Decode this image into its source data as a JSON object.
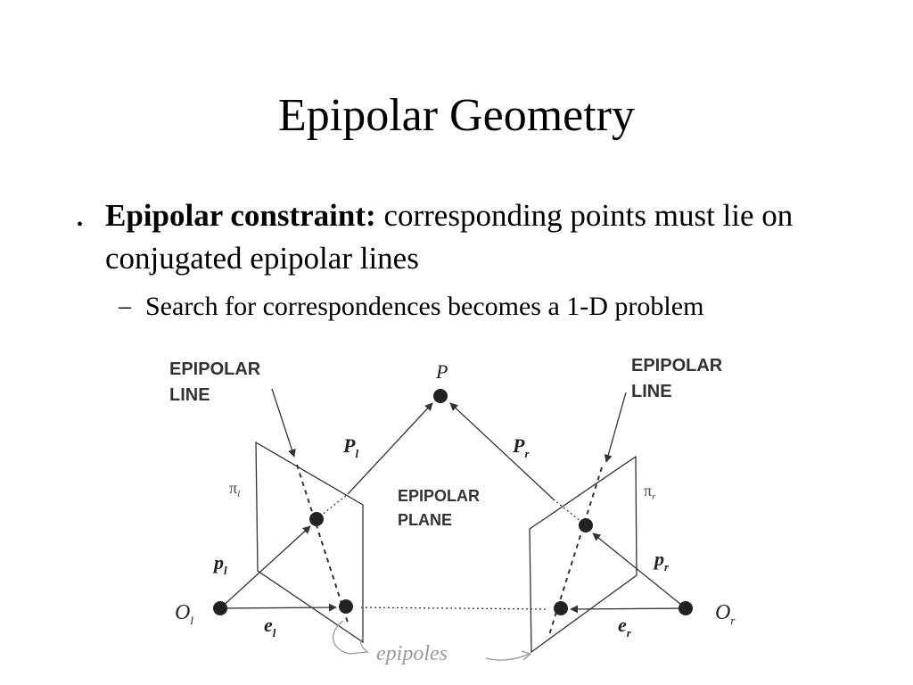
{
  "slide": {
    "title": "Epipolar Geometry",
    "bullet": {
      "bold_label": "Epipolar constraint:",
      "text": "corresponding points must lie on conjugated epipolar lines",
      "sub_items": [
        "Search for correspondences becomes a 1-D problem"
      ]
    }
  },
  "diagram": {
    "labels": {
      "epipolar_line_left": [
        "EPIPOLAR",
        "LINE"
      ],
      "epipolar_line_right": [
        "EPIPOLAR",
        "LINE"
      ],
      "epipolar_plane": [
        "EPIPOLAR",
        "PLANE"
      ],
      "point_P": "P",
      "P_l": {
        "main": "P",
        "sub": "l"
      },
      "P_r": {
        "main": "P",
        "sub": "r"
      },
      "pi_l": {
        "main": "π",
        "sub": "l"
      },
      "pi_r": {
        "main": "π",
        "sub": "r"
      },
      "p_l": {
        "main": "p",
        "sub": "l"
      },
      "p_r": {
        "main": "p",
        "sub": "r"
      },
      "O_l": {
        "main": "O",
        "sub": "l"
      },
      "O_r": {
        "main": "O",
        "sub": "r"
      },
      "e_l": {
        "main": "e",
        "sub": "l"
      },
      "e_r": {
        "main": "e",
        "sub": "r"
      },
      "epipoles_note": "epipoles"
    }
  },
  "colors": {
    "text": "#000000",
    "diagram_line": "#333333",
    "point_fill": "#222222",
    "note": "#999999"
  }
}
